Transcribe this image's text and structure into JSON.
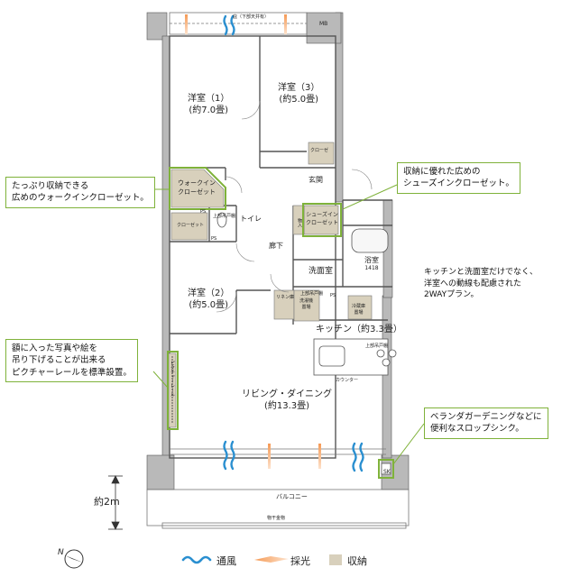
{
  "rooms": {
    "western_1": {
      "name": "洋室（1）",
      "size": "(約7.0畳)"
    },
    "western_3": {
      "name": "洋室（3）",
      "size": "(約5.0畳)"
    },
    "western_2": {
      "name": "洋室（2）",
      "size": "(約5.0畳)"
    },
    "living": {
      "name": "リビング・ダイニング",
      "size": "(約13.3畳)"
    },
    "kitchen": {
      "name": "キッチン（約3.3畳）"
    },
    "entrance": "玄関",
    "hallway": "廊下",
    "toilet": "トイレ",
    "washroom": "洗面室",
    "bath": {
      "name": "浴室",
      "size": "1418"
    },
    "balcony": "バルコニー"
  },
  "labels": {
    "walk_in_closet": "ウォークイン\nクローゼット",
    "shoes_in_closet": "シューズイン\nクローゼット",
    "closet": "クローゼット",
    "closet_short": "クローゼ",
    "ps": "PS",
    "mb": "MB",
    "sk": "SK",
    "counter": "カウンター",
    "fridge": "冷蔵庫\n置場",
    "washer": "洗濯機\n置場",
    "linen": "リネン庫",
    "storage": "物入",
    "top_shelf_1": "上部吊戸棚",
    "top_shelf_2": "上部吊戸棚",
    "top_shelf_3": "上部吊戸棚",
    "top_shelf_wc": "上部吊戸棚",
    "picture_rail": "ピクチャーレール",
    "top_eaves": "庇（下部天井有）",
    "bottom_eaves": "物干金物"
  },
  "callouts": {
    "walk_in": "たっぷり収納できる\n広めのウォークインクローゼット。",
    "shoes": "収納に優れた広めの\nシューズインクローゼット。",
    "two_way": "キッチンと洗面室だけでなく、\n洋室への動線も配慮された\n2WAYプラン。",
    "picture": "額に入った写真や絵を\n吊り下げることが出来る\nピクチャーレールを標準設置。",
    "sink": "ベランダガーデニングなどに\n便利なスロップシンク。"
  },
  "dimension": "約2m",
  "compass": "N",
  "legend": {
    "ventilation": "通風",
    "daylight": "採光",
    "storage": "収納"
  },
  "colors": {
    "wall": "#b9b9b9",
    "storage_fill": "#d8d0bc",
    "green": "#7fb23a",
    "blue": "#2a8fd0",
    "orange": "#f0a060"
  }
}
